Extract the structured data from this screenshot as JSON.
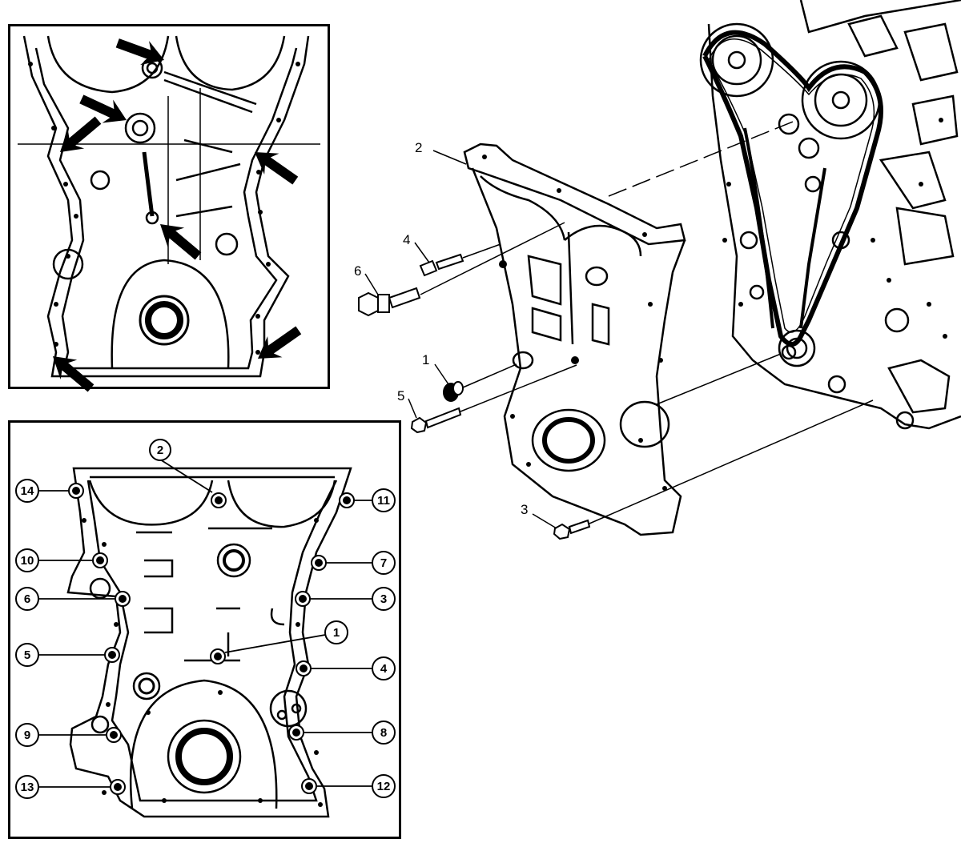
{
  "exploded_view": {
    "callouts": [
      {
        "id": "callout-1",
        "label": "1"
      },
      {
        "id": "callout-2",
        "label": "2"
      },
      {
        "id": "callout-3",
        "label": "3"
      },
      {
        "id": "callout-4",
        "label": "4"
      },
      {
        "id": "callout-5",
        "label": "5"
      },
      {
        "id": "callout-6",
        "label": "6"
      }
    ]
  },
  "tightening_sequence": {
    "bolts": [
      "1",
      "2",
      "3",
      "4",
      "5",
      "6",
      "7",
      "8",
      "9",
      "10",
      "11",
      "12",
      "13",
      "14"
    ]
  },
  "colors": {
    "line": "#000000",
    "background": "#ffffff"
  }
}
